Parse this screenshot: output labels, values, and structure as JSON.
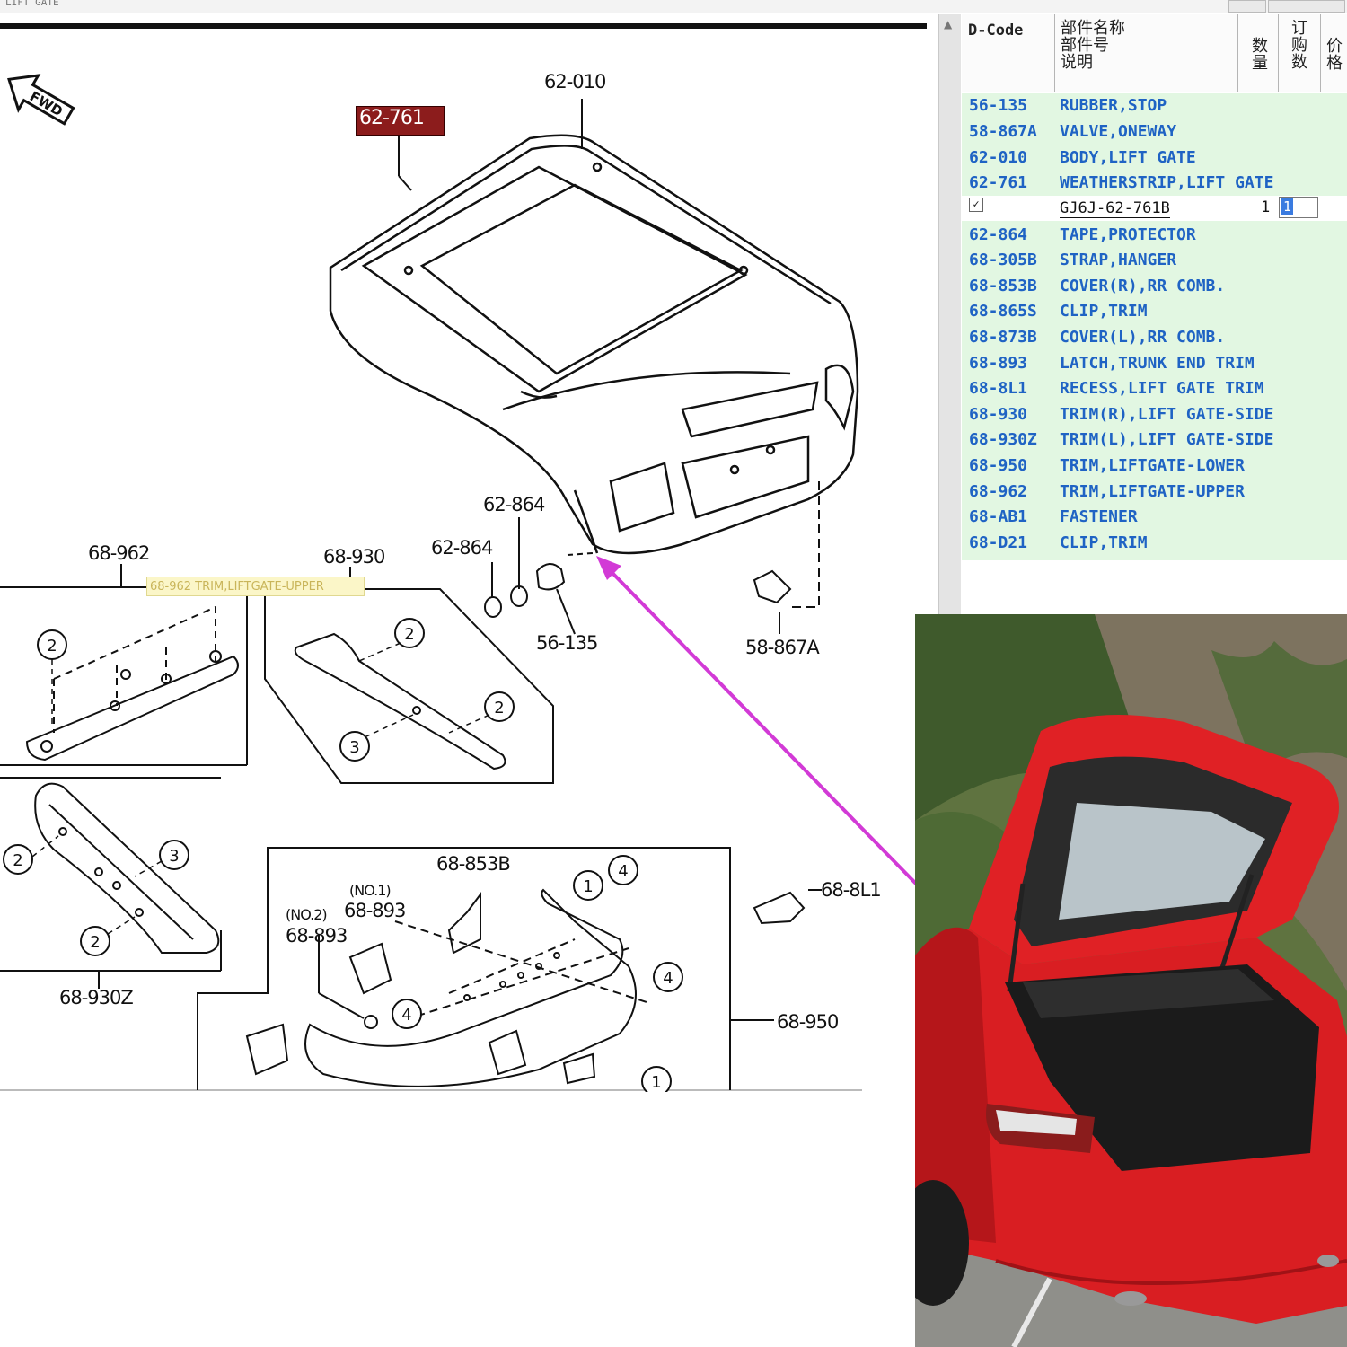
{
  "window": {
    "title_fragment": "LIFT GATE"
  },
  "diagram": {
    "highlighted_label": "62-761",
    "tooltip": "68-962 TRIM,LIFTGATE-UPPER",
    "fwd_label": "FWD",
    "labels": {
      "l62010": "62-010",
      "l62864a": "62-864",
      "l62864b": "62-864",
      "l56135": "56-135",
      "l58867a": "58-867A",
      "l68962": "68-962",
      "l68930": "68-930",
      "l68930z": "68-930Z",
      "l68853b": "68-853B",
      "l68893no1": "(NO.1)",
      "l68893a": "68-893",
      "l68893no2": "(NO.2)",
      "l68893b": "68-893",
      "l688l1": "68-8L1",
      "l68950": "68-950"
    },
    "callouts": [
      "2",
      "2",
      "3",
      "2",
      "3",
      "2",
      "2",
      "1",
      "4",
      "4",
      "4",
      "1"
    ]
  },
  "table": {
    "headers": {
      "dcode": "D-Code",
      "name_line1": "部件名称",
      "name_line2": "部件号",
      "name_line3": "说明",
      "qty": [
        "数",
        "量"
      ],
      "order": [
        "订",
        "购",
        "数"
      ],
      "last": [
        "价",
        "格"
      ]
    },
    "rows": [
      {
        "code": "56-135",
        "desc": "RUBBER,STOP"
      },
      {
        "code": "58-867A",
        "desc": "VALVE,ONEWAY"
      },
      {
        "code": "62-010",
        "desc": "BODY,LIFT GATE"
      },
      {
        "code": "62-761",
        "desc": "WEATHERSTRIP,LIFT GATE"
      },
      {
        "code": "62-864",
        "desc": "TAPE,PROTECTOR"
      },
      {
        "code": "68-305B",
        "desc": "STRAP,HANGER"
      },
      {
        "code": "68-853B",
        "desc": "COVER(R),RR COMB."
      },
      {
        "code": "68-865S",
        "desc": "CLIP,TRIM"
      },
      {
        "code": "68-873B",
        "desc": "COVER(L),RR COMB."
      },
      {
        "code": "68-893",
        "desc": "LATCH,TRUNK END TRIM"
      },
      {
        "code": "68-8L1",
        "desc": "RECESS,LIFT GATE TRIM"
      },
      {
        "code": "68-930",
        "desc": "TRIM(R),LIFT GATE-SIDE"
      },
      {
        "code": "68-930Z",
        "desc": "TRIM(L),LIFT GATE-SIDE"
      },
      {
        "code": "68-950",
        "desc": "TRIM,LIFTGATE-LOWER"
      },
      {
        "code": "68-962",
        "desc": "TRIM,LIFTGATE-UPPER"
      },
      {
        "code": "68-AB1",
        "desc": "FASTENER"
      },
      {
        "code": "68-D21",
        "desc": "CLIP,TRIM"
      }
    ],
    "subrow": {
      "checked": "✓",
      "part_number": "GJ6J-62-761B",
      "qty": "1",
      "order": "1"
    }
  },
  "colors": {
    "row_text": "#1f63c4",
    "row_bg": "#e2f7e2",
    "highlight": "#8c1c1c",
    "arrow": "#d23ad6"
  }
}
